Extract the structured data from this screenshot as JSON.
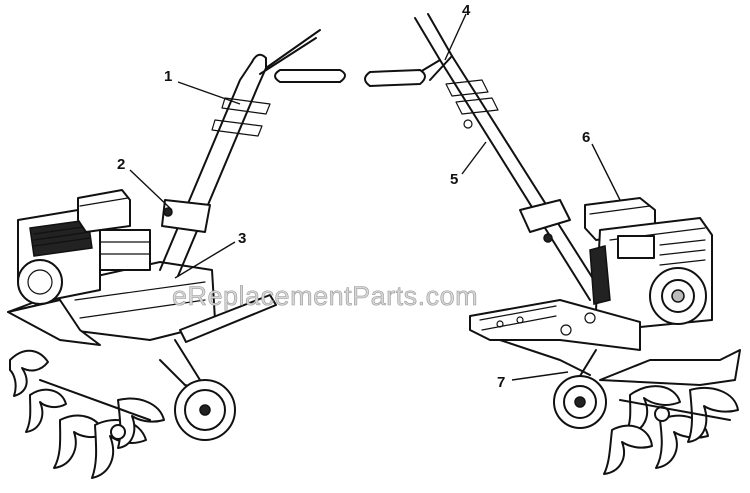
{
  "watermark": "eReplacementParts.com",
  "callouts": [
    {
      "id": "1",
      "label": "1"
    },
    {
      "id": "2",
      "label": "2"
    },
    {
      "id": "3",
      "label": "3"
    },
    {
      "id": "4",
      "label": "4"
    },
    {
      "id": "5",
      "label": "5"
    },
    {
      "id": "6",
      "label": "6"
    },
    {
      "id": "7",
      "label": "7"
    }
  ],
  "colors": {
    "ink": "#111111",
    "background": "#ffffff",
    "watermark": "#d6d6d6"
  }
}
